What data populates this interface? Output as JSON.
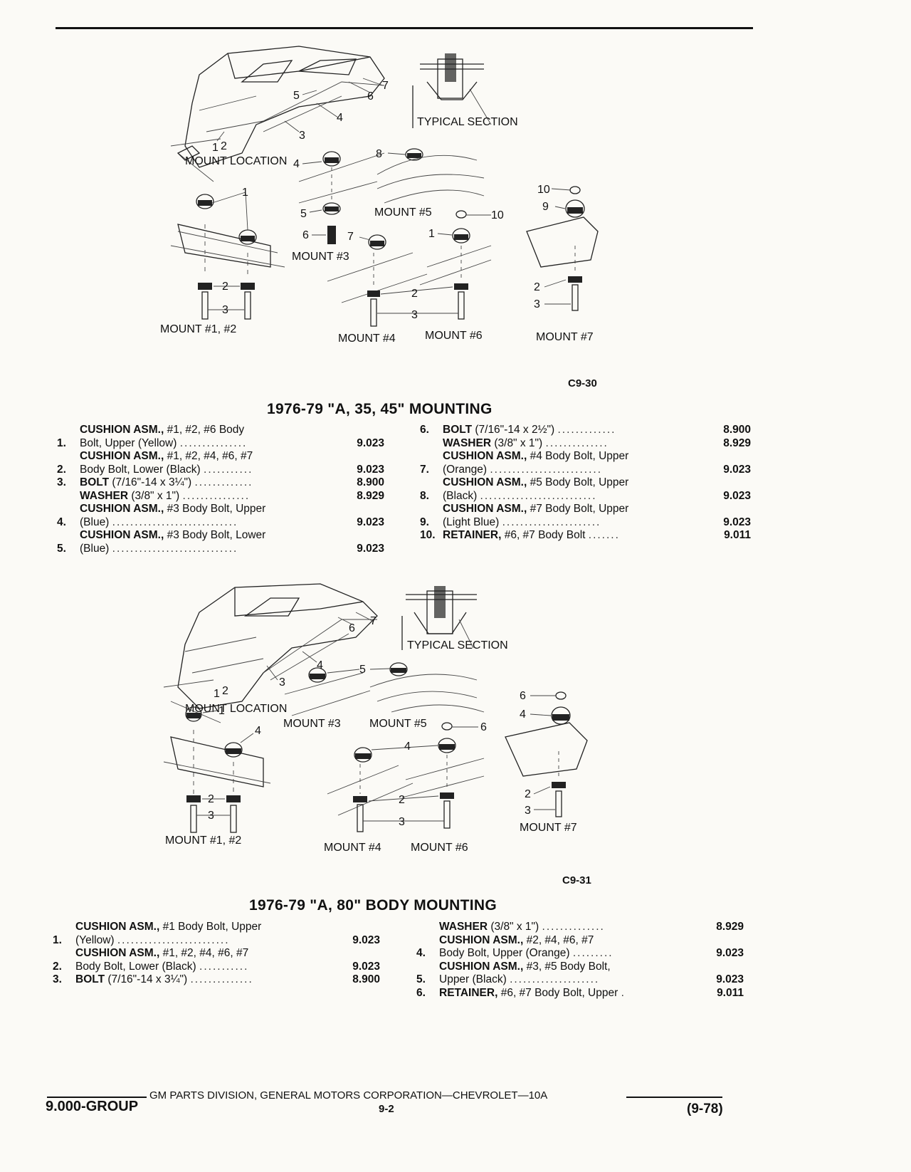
{
  "diagram1": {
    "mount_location": "MOUNT LOCATION",
    "typical_section": "TYPICAL SECTION",
    "mount_1_2": "MOUNT #1, #2",
    "mount_3": "MOUNT #3",
    "mount_4": "MOUNT #4",
    "mount_5": "MOUNT #5",
    "mount_6": "MOUNT #6",
    "mount_7": "MOUNT #7",
    "code": "C9-30"
  },
  "section1": {
    "title": "1976-79 \"A, 35, 45\" MOUNTING",
    "items": [
      {
        "num": "1.",
        "name": "CUSHION ASM.,",
        "desc1": " #1, #2, #6 Body",
        "desc2": "Bolt, Upper (Yellow)",
        "group": "9.023"
      },
      {
        "num": "2.",
        "name": "CUSHION ASM.,",
        "desc1": " #1, #2, #4, #6, #7",
        "desc2": "Body Bolt, Lower (Black)",
        "group": "9.023"
      },
      {
        "num": "3.",
        "name": "BOLT",
        "desc1": " (7/16\"-14 x 3¼\")",
        "desc2": "",
        "group": "8.900"
      },
      {
        "num": "",
        "name": "WASHER",
        "desc1": " (3/8\" x 1\")",
        "desc2": "",
        "group": "8.929"
      },
      {
        "num": "4.",
        "name": "CUSHION ASM.,",
        "desc1": " #3 Body Bolt, Upper",
        "desc2": "(Blue)",
        "group": "9.023"
      },
      {
        "num": "5.",
        "name": "CUSHION ASM.,",
        "desc1": " #3 Body Bolt, Lower",
        "desc2": "(Blue)",
        "group": "9.023"
      }
    ],
    "items_right": [
      {
        "num": "6.",
        "name": "BOLT",
        "desc1": " (7/16\"-14 x 2½\")",
        "desc2": "",
        "group": "8.900"
      },
      {
        "num": "",
        "name": "WASHER",
        "desc1": " (3/8\" x 1\")",
        "desc2": "",
        "group": "8.929"
      },
      {
        "num": "7.",
        "name": "CUSHION ASM.,",
        "desc1": " #4 Body Bolt, Upper",
        "desc2": "(Orange)",
        "group": "9.023"
      },
      {
        "num": "8.",
        "name": "CUSHION ASM.,",
        "desc1": " #5 Body Bolt, Upper",
        "desc2": "(Black)",
        "group": "9.023"
      },
      {
        "num": "9.",
        "name": "CUSHION ASM.,",
        "desc1": " #7 Body Bolt, Upper",
        "desc2": "(Light Blue)",
        "group": "9.023"
      },
      {
        "num": "10.",
        "name": "RETAINER,",
        "desc1": " #6, #7 Body Bolt",
        "desc2": "",
        "group": "9.011"
      }
    ]
  },
  "diagram2": {
    "mount_location": "MOUNT LOCATION",
    "typical_section": "TYPICAL SECTION",
    "mount_1_2": "MOUNT #1, #2",
    "mount_3": "MOUNT #3",
    "mount_4": "MOUNT #4",
    "mount_5": "MOUNT #5",
    "mount_6": "MOUNT #6",
    "mount_7": "MOUNT #7",
    "code": "C9-31"
  },
  "section2": {
    "title": "1976-79 \"A, 80\" BODY MOUNTING",
    "items": [
      {
        "num": "1.",
        "name": "CUSHION ASM.,",
        "desc1": " #1 Body Bolt, Upper",
        "desc2": "(Yellow)",
        "group": "9.023"
      },
      {
        "num": "2.",
        "name": "CUSHION ASM.,",
        "desc1": " #1, #2, #4, #6, #7",
        "desc2": "Body Bolt, Lower (Black)",
        "group": "9.023"
      },
      {
        "num": "3.",
        "name": "BOLT",
        "desc1": " (7/16\"-14 x 3¼\")",
        "desc2": "",
        "group": "8.900"
      }
    ],
    "items_right": [
      {
        "num": "",
        "name": "WASHER",
        "desc1": " (3/8\" x 1\")",
        "desc2": "",
        "group": "8.929"
      },
      {
        "num": "4.",
        "name": "CUSHION ASM.,",
        "desc1": " #2, #4, #6, #7",
        "desc2": "Body Bolt, Upper (Orange)",
        "group": "9.023"
      },
      {
        "num": "5.",
        "name": "CUSHION ASM.,",
        "desc1": " #3, #5 Body Bolt,",
        "desc2": "Upper (Black)",
        "group": "9.023"
      },
      {
        "num": "6.",
        "name": "RETAINER,",
        "desc1": " #6, #7 Body Bolt, Upper",
        "desc2": "",
        "group": "9.011"
      }
    ]
  },
  "footer": {
    "center": "GM PARTS DIVISION, GENERAL MOTORS CORPORATION—CHEVROLET—10A",
    "group": "9.000-GROUP",
    "page": "9-2",
    "date": "(9-78)"
  }
}
